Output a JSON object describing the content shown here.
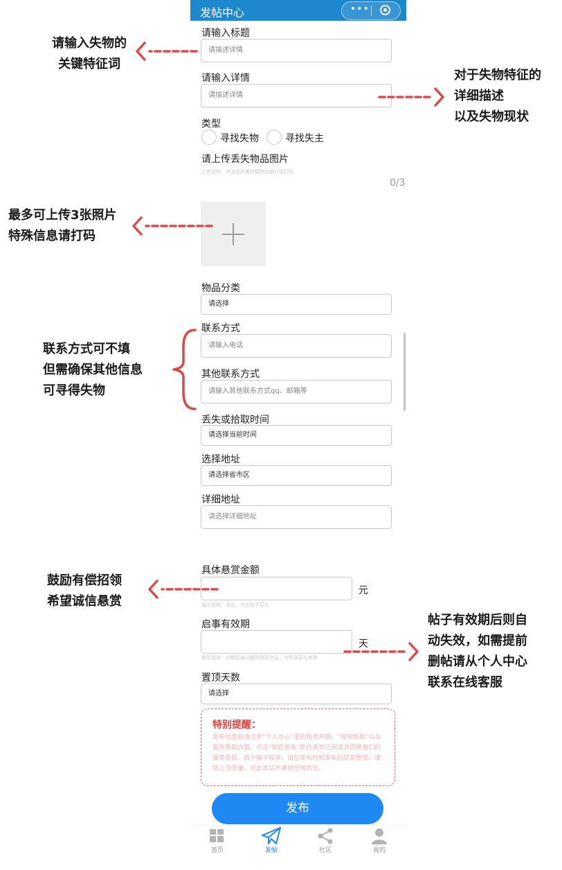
{
  "app": {
    "title": "发帖中心",
    "capsule_more": "•••"
  },
  "form": {
    "title_label": "请输入标题",
    "title_placeholder": "请描述详情",
    "detail_label": "请输入详情",
    "detail_placeholder": "请描述详情",
    "type_label": "类型",
    "type_options": [
      "寻找失物",
      "寻找失主"
    ],
    "photo_label": "请上传丢失物品图片",
    "photo_hint": "上传说明：涉及证件需拼接物品部分请打码",
    "photo_counter": "0/3",
    "category_label": "物品分类",
    "category_value": "请选择",
    "contact_label": "联系方式",
    "contact_placeholder": "请输入电话",
    "other_contact_label": "其他联系方式",
    "other_contact_placeholder": "请输入其他联系方式qq、邮箱等",
    "time_label": "丢失或拾取时间",
    "time_value": "请选择当前时间",
    "region_label": "选择地址",
    "region_value": "请选择省市区",
    "address_label": "详细地址",
    "address_placeholder": "请选择详细地址",
    "reward_label": "具体悬赏金额",
    "reward_unit": "元",
    "reward_hint": "填写说明：非必、为空则不显示",
    "validity_label": "启事有效期",
    "validity_unit": "天",
    "validity_hint": "填写说明：过期后自动删除联系信息，为空则永久有效",
    "top_days_label": "置顶天数",
    "top_days_value": "请选择"
  },
  "notice": {
    "title": "特别提醒：",
    "body": "发布信息前请注意“个人中心”里的免责声明、“使用帮助”以及服务条款内容。点击“现在发布”即代表你已阅读并同意我们的服务条款。由于骗子较多，请在发布时和发布后提高警惕，谨防上当受骗，对此本站不承担任何责任。"
  },
  "publish_button": "发布",
  "tabbar": [
    {
      "label": "首页",
      "icon": "grid-icon"
    },
    {
      "label": "发帖",
      "icon": "paper-plane-icon",
      "active": true
    },
    {
      "label": "社区",
      "icon": "share-icon"
    },
    {
      "label": "我的",
      "icon": "user-icon"
    }
  ],
  "annotations": {
    "title": [
      "请输入失物的",
      "关键特征词"
    ],
    "detail": [
      "对于失物特征的",
      "详细描述",
      "以及失物现状"
    ],
    "photo": [
      "最多可上传3张照片",
      "特殊信息请打码"
    ],
    "contact": [
      "联系方式可不填",
      "但需确保其他信息",
      "可寻得失物"
    ],
    "reward": [
      "鼓励有偿招领",
      "希望诚信悬赏"
    ],
    "validity": [
      "帖子有效期后则自",
      "动失效，如需提前",
      "删帖请从个人中心",
      "联系在线客服"
    ]
  },
  "colors": {
    "header": "#1e88cf",
    "button": "#1e88f3",
    "annotation_arrow": "#d94a4a",
    "notice_title": "#e0413f"
  }
}
